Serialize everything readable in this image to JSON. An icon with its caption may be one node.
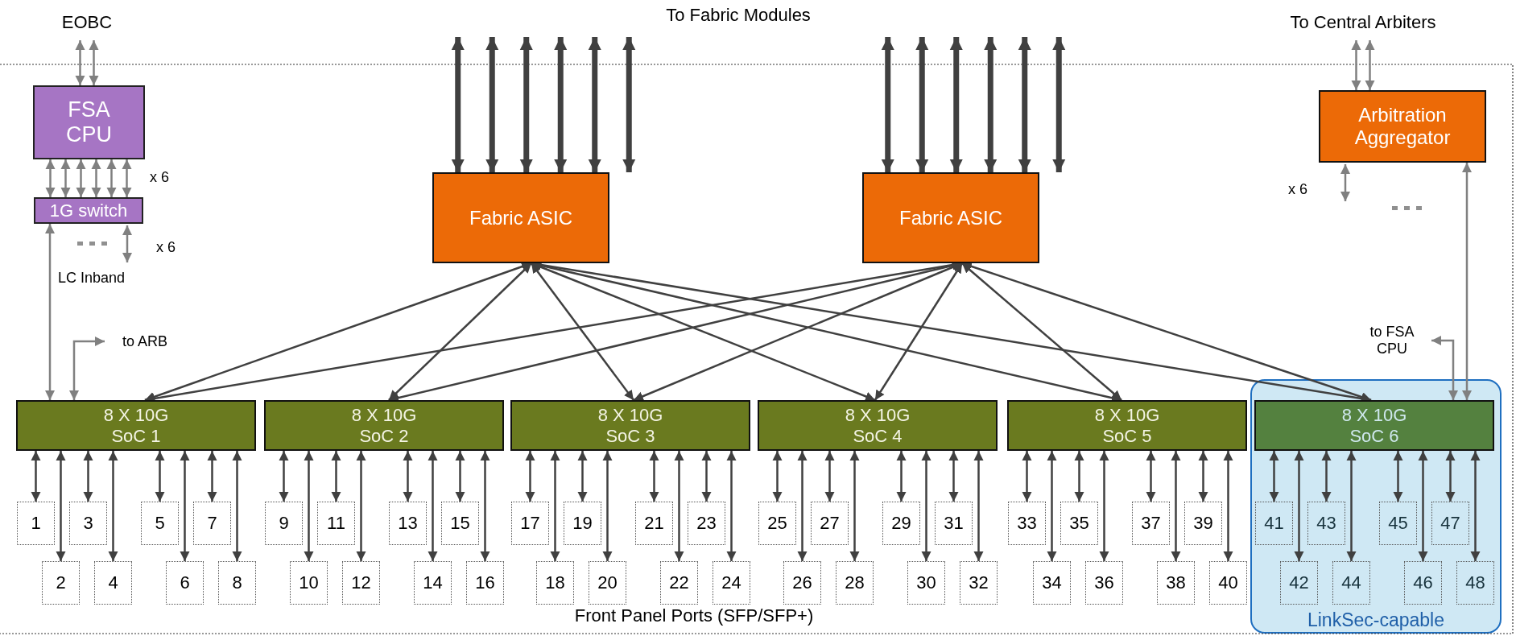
{
  "diagram": {
    "nodes": [
      {
        "text": [
          "EOBC"
        ]
      },
      {
        "text": [
          "To Central Arbiters"
        ]
      },
      {
        "text": [
          "FSA CPU"
        ]
      },
      {
        "text": [
          "1G switch"
        ]
      },
      {
        "text": [
          "Fabric ASIC"
        ]
      },
      {
        "text": [
          "Fabric ASIC"
        ]
      },
      {
        "text": [
          "Arbitration Aggregator"
        ]
      },
      {
        "text": [
          "to ARB"
        ]
      },
      {
        "text": [
          "to FSA CPU"
        ]
      },
      {
        "text": [
          "LinkSec-capable"
        ]
      },
      {
        "text": [
          "8 X 10G SoC 1"
        ]
      },
      {
        "text": [
          "8 X 10G SoC 2"
        ]
      },
      {
        "text": [
          "8 X 10G SoC 3"
        ]
      },
      {
        "text": [
          "8 X 10G SoC 4"
        ]
      },
      {
        "text": [
          "8 X 10G SoC 5"
        ]
      },
      {
        "text": [
          "8 X 10G SoC 6"
        ],
        "in": 9
      },
      {
        "text": [
          "1"
        ]
      },
      {
        "text": [
          "2"
        ]
      },
      {
        "text": [
          "3"
        ]
      },
      {
        "text": [
          "4"
        ]
      },
      {
        "text": [
          "5"
        ]
      },
      {
        "text": [
          "6"
        ]
      },
      {
        "text": [
          "7"
        ]
      },
      {
        "text": [
          "8"
        ]
      },
      {
        "text": [
          "9"
        ]
      },
      {
        "text": [
          "10"
        ]
      },
      {
        "text": [
          "11"
        ]
      },
      {
        "text": [
          "12"
        ]
      },
      {
        "text": [
          "13"
        ]
      },
      {
        "text": [
          "14"
        ]
      },
      {
        "text": [
          "15"
        ]
      },
      {
        "text": [
          "16"
        ]
      },
      {
        "text": [
          "17"
        ]
      },
      {
        "text": [
          "18"
        ]
      },
      {
        "text": [
          "19"
        ]
      },
      {
        "text": [
          "20"
        ]
      },
      {
        "text": [
          "21"
        ]
      },
      {
        "text": [
          "22"
        ]
      },
      {
        "text": [
          "23"
        ]
      },
      {
        "text": [
          "24"
        ]
      },
      {
        "text": [
          "25"
        ]
      },
      {
        "text": [
          "26"
        ]
      },
      {
        "text": [
          "27"
        ]
      },
      {
        "text": [
          "28"
        ]
      },
      {
        "text": [
          "29"
        ]
      },
      {
        "text": [
          "30"
        ]
      },
      {
        "text": [
          "31"
        ]
      },
      {
        "text": [
          "32"
        ]
      },
      {
        "text": [
          "33"
        ]
      },
      {
        "text": [
          "34"
        ]
      },
      {
        "text": [
          "35"
        ]
      },
      {
        "text": [
          "36"
        ]
      },
      {
        "text": [
          "37"
        ]
      },
      {
        "text": [
          "38"
        ]
      },
      {
        "text": [
          "39"
        ]
      },
      {
        "text": [
          "40"
        ]
      },
      {
        "text": [
          "41"
        ],
        "in": 9
      },
      {
        "text": [
          "42"
        ],
        "in": 9
      },
      {
        "text": [
          "43"
        ],
        "in": 9
      },
      {
        "text": [
          "44"
        ],
        "in": 9
      },
      {
        "text": [
          "45"
        ],
        "in": 9
      },
      {
        "text": [
          "46"
        ],
        "in": 9
      },
      {
        "text": [
          "47"
        ],
        "in": 9
      },
      {
        "text": [
          "48"
        ],
        "in": 9
      }
    ],
    "edges": [
      {
        "from": 0,
        "to": 2,
        "arrow": "both",
        "color": "#808080"
      },
      {
        "from": 0,
        "to": 2,
        "arrow": "both",
        "color": "#808080"
      },
      {
        "from": 2,
        "to": 3,
        "arrow": "both",
        "color": "#808080"
      },
      {
        "from": 2,
        "to": 3,
        "arrow": "both",
        "color": "#808080"
      },
      {
        "from": 2,
        "to": 3,
        "arrow": "both",
        "color": "#808080"
      },
      {
        "from": 2,
        "to": 3,
        "arrow": "both",
        "color": "#808080"
      },
      {
        "from": 2,
        "to": 3,
        "arrow": "both",
        "color": "#808080"
      },
      {
        "from": 2,
        "to": 3,
        "arrow": "both",
        "color": "#808080"
      },
      {
        "from": 3,
        "to": null,
        "arrow": "both",
        "color": "#808080"
      },
      {
        "from": 3,
        "to": 10,
        "arrow": "both",
        "color": "#808080",
        "label": "LC Inband"
      },
      {
        "from": 10,
        "to": 7,
        "arrow": "both",
        "color": "#808080"
      },
      {
        "from": 4,
        "to": null,
        "arrow": "both",
        "style": "thick"
      },
      {
        "from": 4,
        "to": null,
        "arrow": "both",
        "style": "thick"
      },
      {
        "from": 4,
        "to": null,
        "arrow": "both",
        "style": "thick"
      },
      {
        "from": 4,
        "to": null,
        "arrow": "both",
        "style": "thick"
      },
      {
        "from": 4,
        "to": null,
        "arrow": "both",
        "style": "thick"
      },
      {
        "from": 4,
        "to": null,
        "arrow": "both",
        "style": "thick"
      },
      {
        "from": 5,
        "to": null,
        "arrow": "both",
        "style": "thick"
      },
      {
        "from": 5,
        "to": null,
        "arrow": "both",
        "style": "thick"
      },
      {
        "from": 5,
        "to": null,
        "arrow": "both",
        "style": "thick"
      },
      {
        "from": 5,
        "to": null,
        "arrow": "both",
        "style": "thick"
      },
      {
        "from": 5,
        "to": null,
        "arrow": "both",
        "style": "thick"
      },
      {
        "from": 5,
        "to": null,
        "arrow": "both",
        "style": "thick"
      },
      {
        "from": 1,
        "to": 6,
        "arrow": "both",
        "color": "#808080"
      },
      {
        "from": 1,
        "to": 6,
        "arrow": "both",
        "color": "#808080"
      },
      {
        "from": 6,
        "to": null,
        "arrow": "both",
        "color": "#808080"
      },
      {
        "from": 6,
        "to": 15,
        "arrow": "both",
        "color": "#808080"
      },
      {
        "from": 15,
        "to": 8,
        "arrow": "both",
        "color": "#808080"
      },
      {
        "from": 4,
        "to": 10,
        "arrow": "both"
      },
      {
        "from": 5,
        "to": 10,
        "arrow": "both"
      },
      {
        "from": 4,
        "to": 11,
        "arrow": "both"
      },
      {
        "from": 5,
        "to": 11,
        "arrow": "both"
      },
      {
        "from": 4,
        "to": 12,
        "arrow": "both"
      },
      {
        "from": 5,
        "to": 12,
        "arrow": "both"
      },
      {
        "from": 4,
        "to": 13,
        "arrow": "both"
      },
      {
        "from": 5,
        "to": 13,
        "arrow": "both"
      },
      {
        "from": 4,
        "to": 14,
        "arrow": "both"
      },
      {
        "from": 5,
        "to": 14,
        "arrow": "both"
      },
      {
        "from": 4,
        "to": 15,
        "arrow": "both"
      },
      {
        "from": 5,
        "to": 15,
        "arrow": "both"
      },
      {
        "from": 10,
        "to": 16,
        "arrow": "both"
      },
      {
        "from": 10,
        "to": 17,
        "arrow": "both"
      },
      {
        "from": 10,
        "to": 18,
        "arrow": "both"
      },
      {
        "from": 10,
        "to": 19,
        "arrow": "both"
      },
      {
        "from": 10,
        "to": 20,
        "arrow": "both"
      },
      {
        "from": 10,
        "to": 21,
        "arrow": "both"
      },
      {
        "from": 10,
        "to": 22,
        "arrow": "both"
      },
      {
        "from": 10,
        "to": 23,
        "arrow": "both"
      },
      {
        "from": 11,
        "to": 24,
        "arrow": "both"
      },
      {
        "from": 11,
        "to": 25,
        "arrow": "both"
      },
      {
        "from": 11,
        "to": 26,
        "arrow": "both"
      },
      {
        "from": 11,
        "to": 27,
        "arrow": "both"
      },
      {
        "from": 11,
        "to": 28,
        "arrow": "both"
      },
      {
        "from": 11,
        "to": 29,
        "arrow": "both"
      },
      {
        "from": 11,
        "to": 30,
        "arrow": "both"
      },
      {
        "from": 11,
        "to": 31,
        "arrow": "both"
      },
      {
        "from": 12,
        "to": 32,
        "arrow": "both"
      },
      {
        "from": 12,
        "to": 33,
        "arrow": "both"
      },
      {
        "from": 12,
        "to": 34,
        "arrow": "both"
      },
      {
        "from": 12,
        "to": 35,
        "arrow": "both"
      },
      {
        "from": 12,
        "to": 36,
        "arrow": "both"
      },
      {
        "from": 12,
        "to": 37,
        "arrow": "both"
      },
      {
        "from": 12,
        "to": 38,
        "arrow": "both"
      },
      {
        "from": 12,
        "to": 39,
        "arrow": "both"
      },
      {
        "from": 13,
        "to": 40,
        "arrow": "both"
      },
      {
        "from": 13,
        "to": 41,
        "arrow": "both"
      },
      {
        "from": 13,
        "to": 42,
        "arrow": "both"
      },
      {
        "from": 13,
        "to": 43,
        "arrow": "both"
      },
      {
        "from": 13,
        "to": 44,
        "arrow": "both"
      },
      {
        "from": 13,
        "to": 45,
        "arrow": "both"
      },
      {
        "from": 13,
        "to": 46,
        "arrow": "both"
      },
      {
        "from": 13,
        "to": 47,
        "arrow": "both"
      },
      {
        "from": 14,
        "to": 48,
        "arrow": "both"
      },
      {
        "from": 14,
        "to": 49,
        "arrow": "both"
      },
      {
        "from": 14,
        "to": 50,
        "arrow": "both"
      },
      {
        "from": 14,
        "to": 51,
        "arrow": "both"
      },
      {
        "from": 14,
        "to": 52,
        "arrow": "both"
      },
      {
        "from": 14,
        "to": 53,
        "arrow": "both"
      },
      {
        "from": 14,
        "to": 54,
        "arrow": "both"
      },
      {
        "from": 14,
        "to": 55,
        "arrow": "both"
      },
      {
        "from": 15,
        "to": 56,
        "arrow": "both"
      },
      {
        "from": 15,
        "to": 57,
        "arrow": "both"
      },
      {
        "from": 15,
        "to": 58,
        "arrow": "both"
      },
      {
        "from": 15,
        "to": 59,
        "arrow": "both"
      },
      {
        "from": 15,
        "to": 60,
        "arrow": "both"
      },
      {
        "from": 15,
        "to": 61,
        "arrow": "both"
      },
      {
        "from": 15,
        "to": 62,
        "arrow": "both"
      },
      {
        "from": 15,
        "to": 63,
        "arrow": "both"
      }
    ],
    "labels": [
      "To Fabric Modules",
      "x 6",
      "x 6",
      "x 6",
      "Front Panel Ports (SFP/SFP+)"
    ]
  }
}
